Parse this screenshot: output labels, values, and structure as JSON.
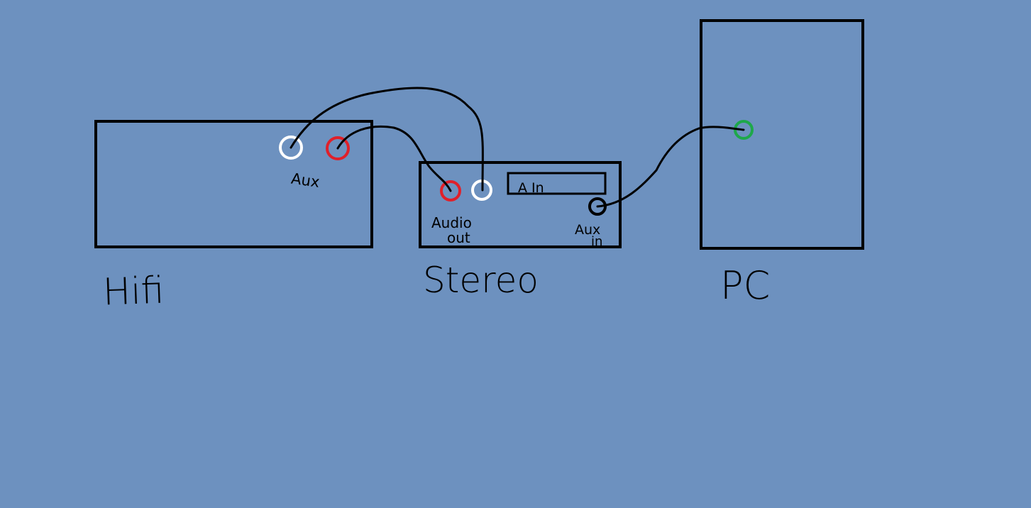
{
  "devices": {
    "hifi": {
      "label": "Hifi",
      "aux_label": "Aux"
    },
    "stereo": {
      "label": "Stereo",
      "audio_out_label_1": "Audio",
      "audio_out_label_2": "out",
      "display_text": "A In",
      "aux_in_label_1": "Aux",
      "aux_in_label_2": "in"
    },
    "pc": {
      "label": "PC"
    }
  },
  "colors": {
    "background": "#6d91bf",
    "line": "#000000",
    "jack_white": "#ffffff",
    "jack_red": "#e0202a",
    "jack_green": "#1ea84a",
    "jack_black": "#000000"
  }
}
